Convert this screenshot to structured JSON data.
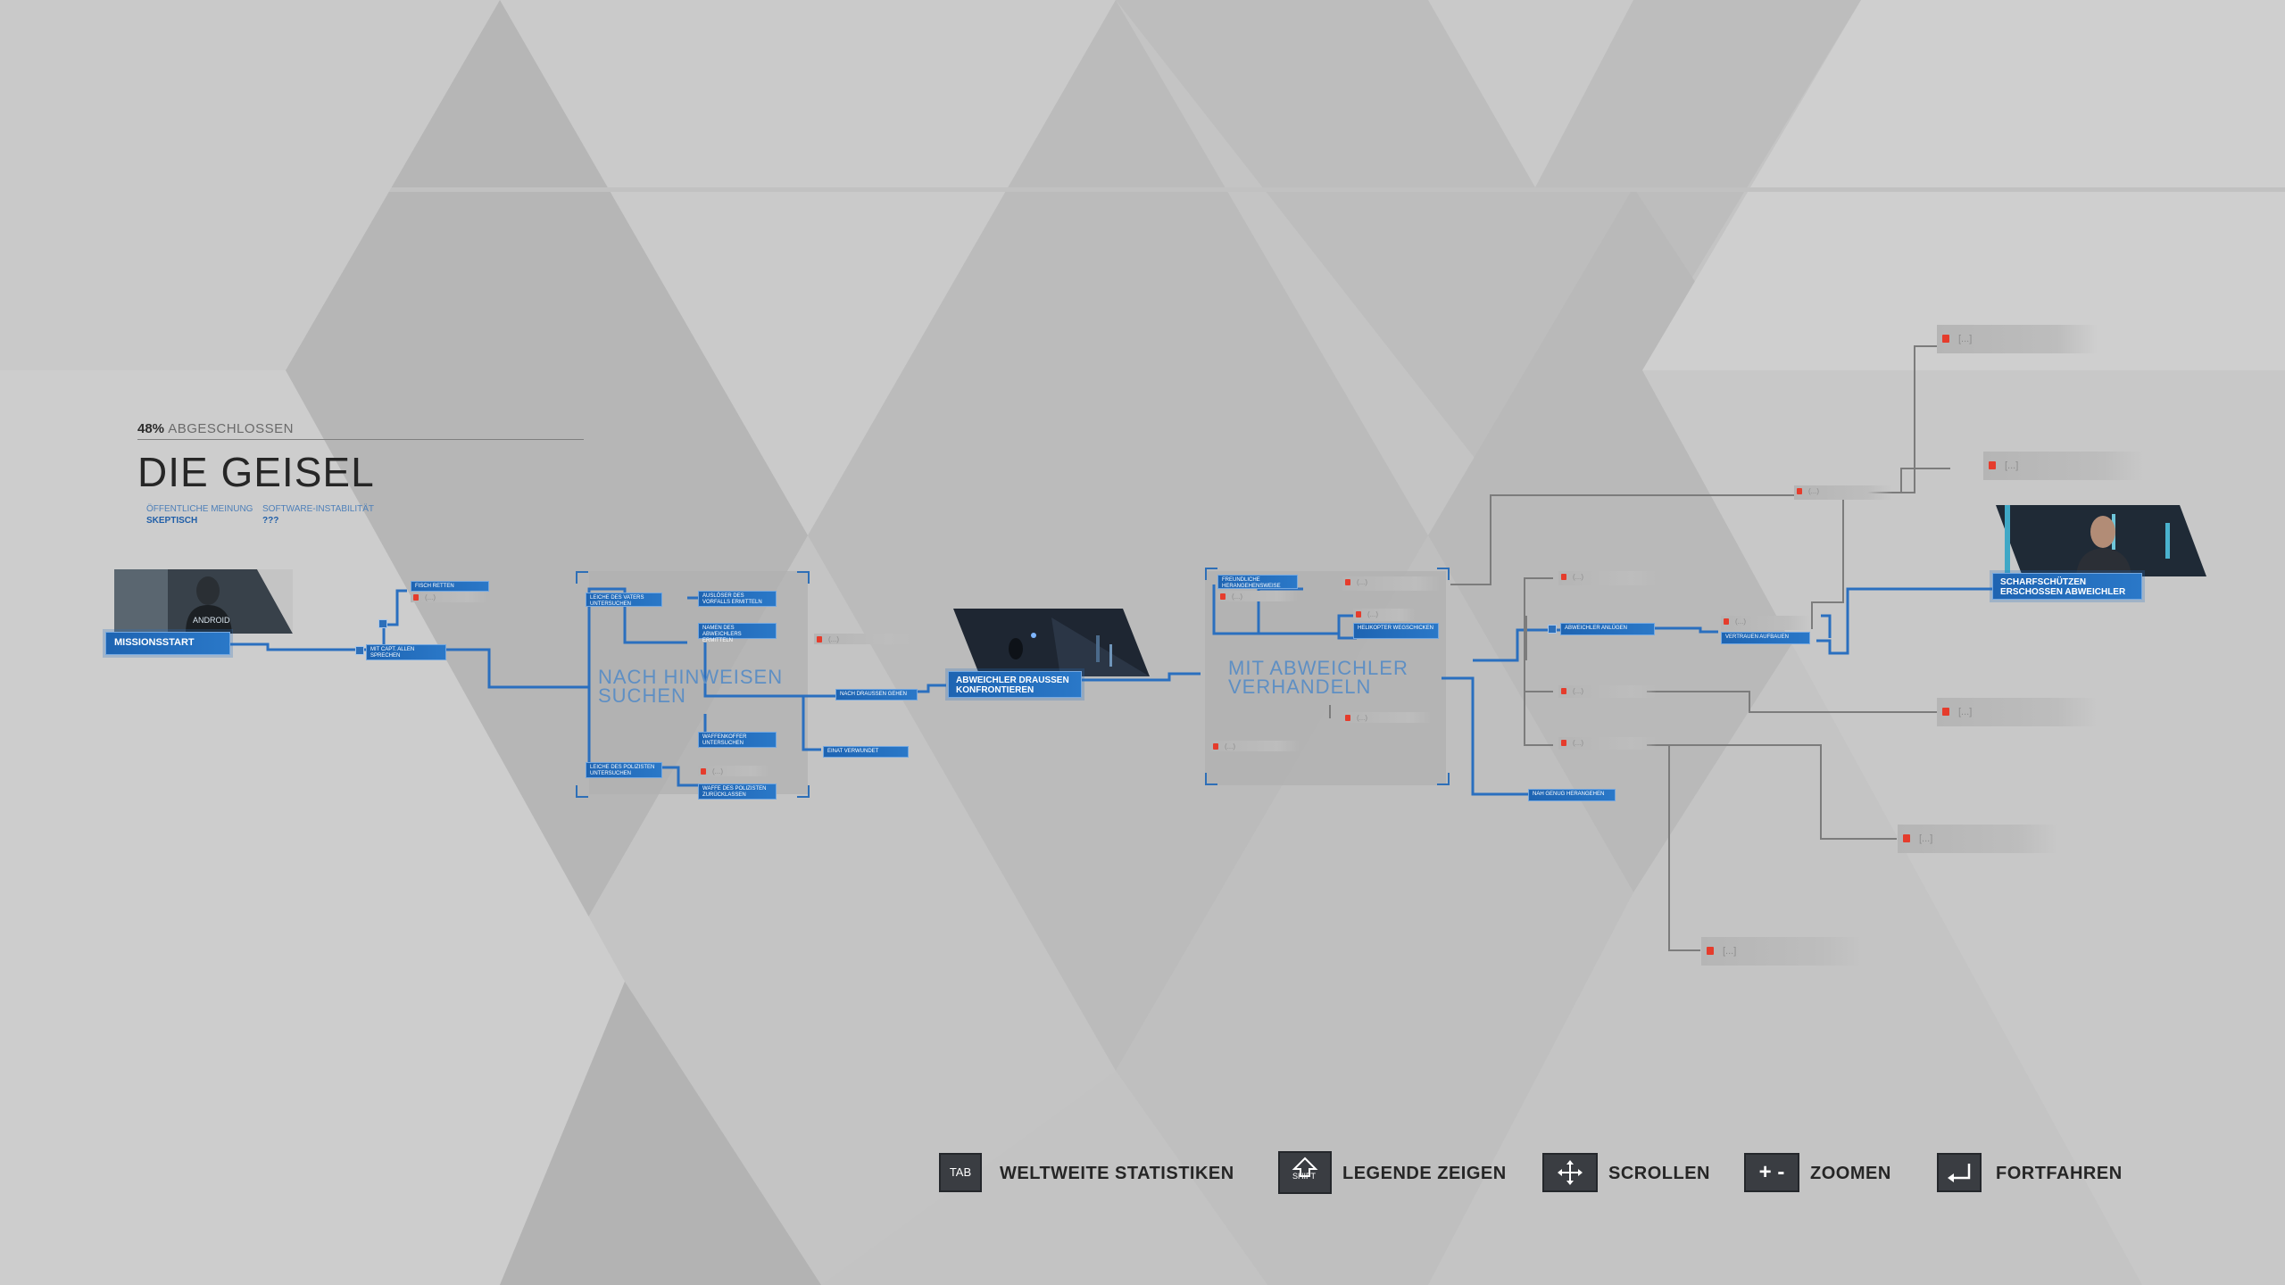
{
  "header": {
    "percent": "48%",
    "completed_label": "ABGESCHLOSSEN",
    "chapter_title": "DIE GEISEL",
    "public_opinion_label": "ÖFFENTLICHE MEINUNG",
    "public_opinion_value": "SKEPTISCH",
    "software_instability_label": "SOFTWARE-INSTABILITÄT",
    "software_instability_value": "???"
  },
  "nodes": {
    "mission_start": "MISSIONSSTART",
    "android_label": "ANDROID",
    "fish_save": "FISCH RETTEN",
    "talk_allen": "MIT CAPT. ALLEN SPRECHEN",
    "hub_clues": "NACH HINWEISEN SUCHEN",
    "father_body": "LEICHE DES VATERS UNTERSUCHEN",
    "incident_recording": "AUSLÖSER DES VORFALLS ERMITTELN",
    "deviant_name": "NAMEN DES ABWEICHLERS ERMITTELN",
    "weapon_examine": "WAFFENKOFFER UNTERSUCHEN",
    "officer_body": "LEICHE DES POLIZISTEN UNTERSUCHEN",
    "take_gun": "WAFFE DES POLIZISTEN ZURÜCKLASSEN",
    "go_outside": "NACH DRAUSSEN GEHEN",
    "wounded_officer": "EINAT VERWUNDET",
    "confront": "ABWEICHLER DRAUSSEN KONFRONTIEREN",
    "friendly_approach": "FREUNDLICHE HERANGEHENSWEISE",
    "helicopter": "HELIKOPTER WEGSCHICKEN",
    "hub_negotiate": "MIT ABWEICHLER VERHANDELN",
    "lie_to_deviant": "ABWEICHLER ANLÜGEN",
    "gain_trust": "VERTRAUEN AUFBAUEN",
    "get_closer": "NAH GENUG HERANGEHEN",
    "ending_sniper": "SCHARFSCHÜTZEN ERSCHOSSEN ABWEICHLER"
  },
  "locked": {
    "mini": "(...)",
    "big": "[...]"
  },
  "controls": [
    {
      "key": "TAB",
      "label": "WELTWEITE STATISTIKEN"
    },
    {
      "key": "SHIFT",
      "label": "LEGENDE ZEIGEN"
    },
    {
      "key": "scroll-arrows-icon",
      "label": "SCROLLEN"
    },
    {
      "key": "+ -",
      "label": "ZOOMEN"
    },
    {
      "key": "enter-icon",
      "label": "FORTFAHREN"
    }
  ],
  "colors": {
    "accent_blue": "#1e64b2",
    "lock_red": "#e53c2c",
    "background": "#c4c4c4"
  }
}
